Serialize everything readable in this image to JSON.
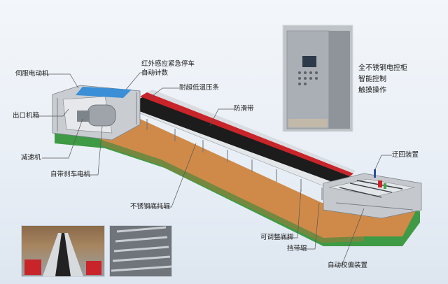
{
  "labels": {
    "servo_motor": "伺服电动机",
    "outlet_box": "出口机箱",
    "reducer": "减速机",
    "brake_motor": "自带刹车电机",
    "infrared_stop": "红外感应紧急停车",
    "auto_count": "自动计数",
    "pressure_strip": "耐超低温压条",
    "anti_slip_belt": "防滑带",
    "idler": "不锈钢底托辊",
    "adjust_foot": "可调整底脚",
    "belt_stopper": "挡带辊",
    "auto_correct": "自动校偏装置",
    "return_device": "迂回装置"
  },
  "panel": {
    "line1": "全不锈钢电控柜",
    "line2": "智能控制",
    "line3": "触摸操作"
  },
  "colors": {
    "green_base": "#3f9a45",
    "orange_floor": "#cf8a4a",
    "belt": "#1c1c1c",
    "red_edge": "#c8242a",
    "steel": "#b9bec4",
    "blue_cover": "#3a8fd6"
  }
}
